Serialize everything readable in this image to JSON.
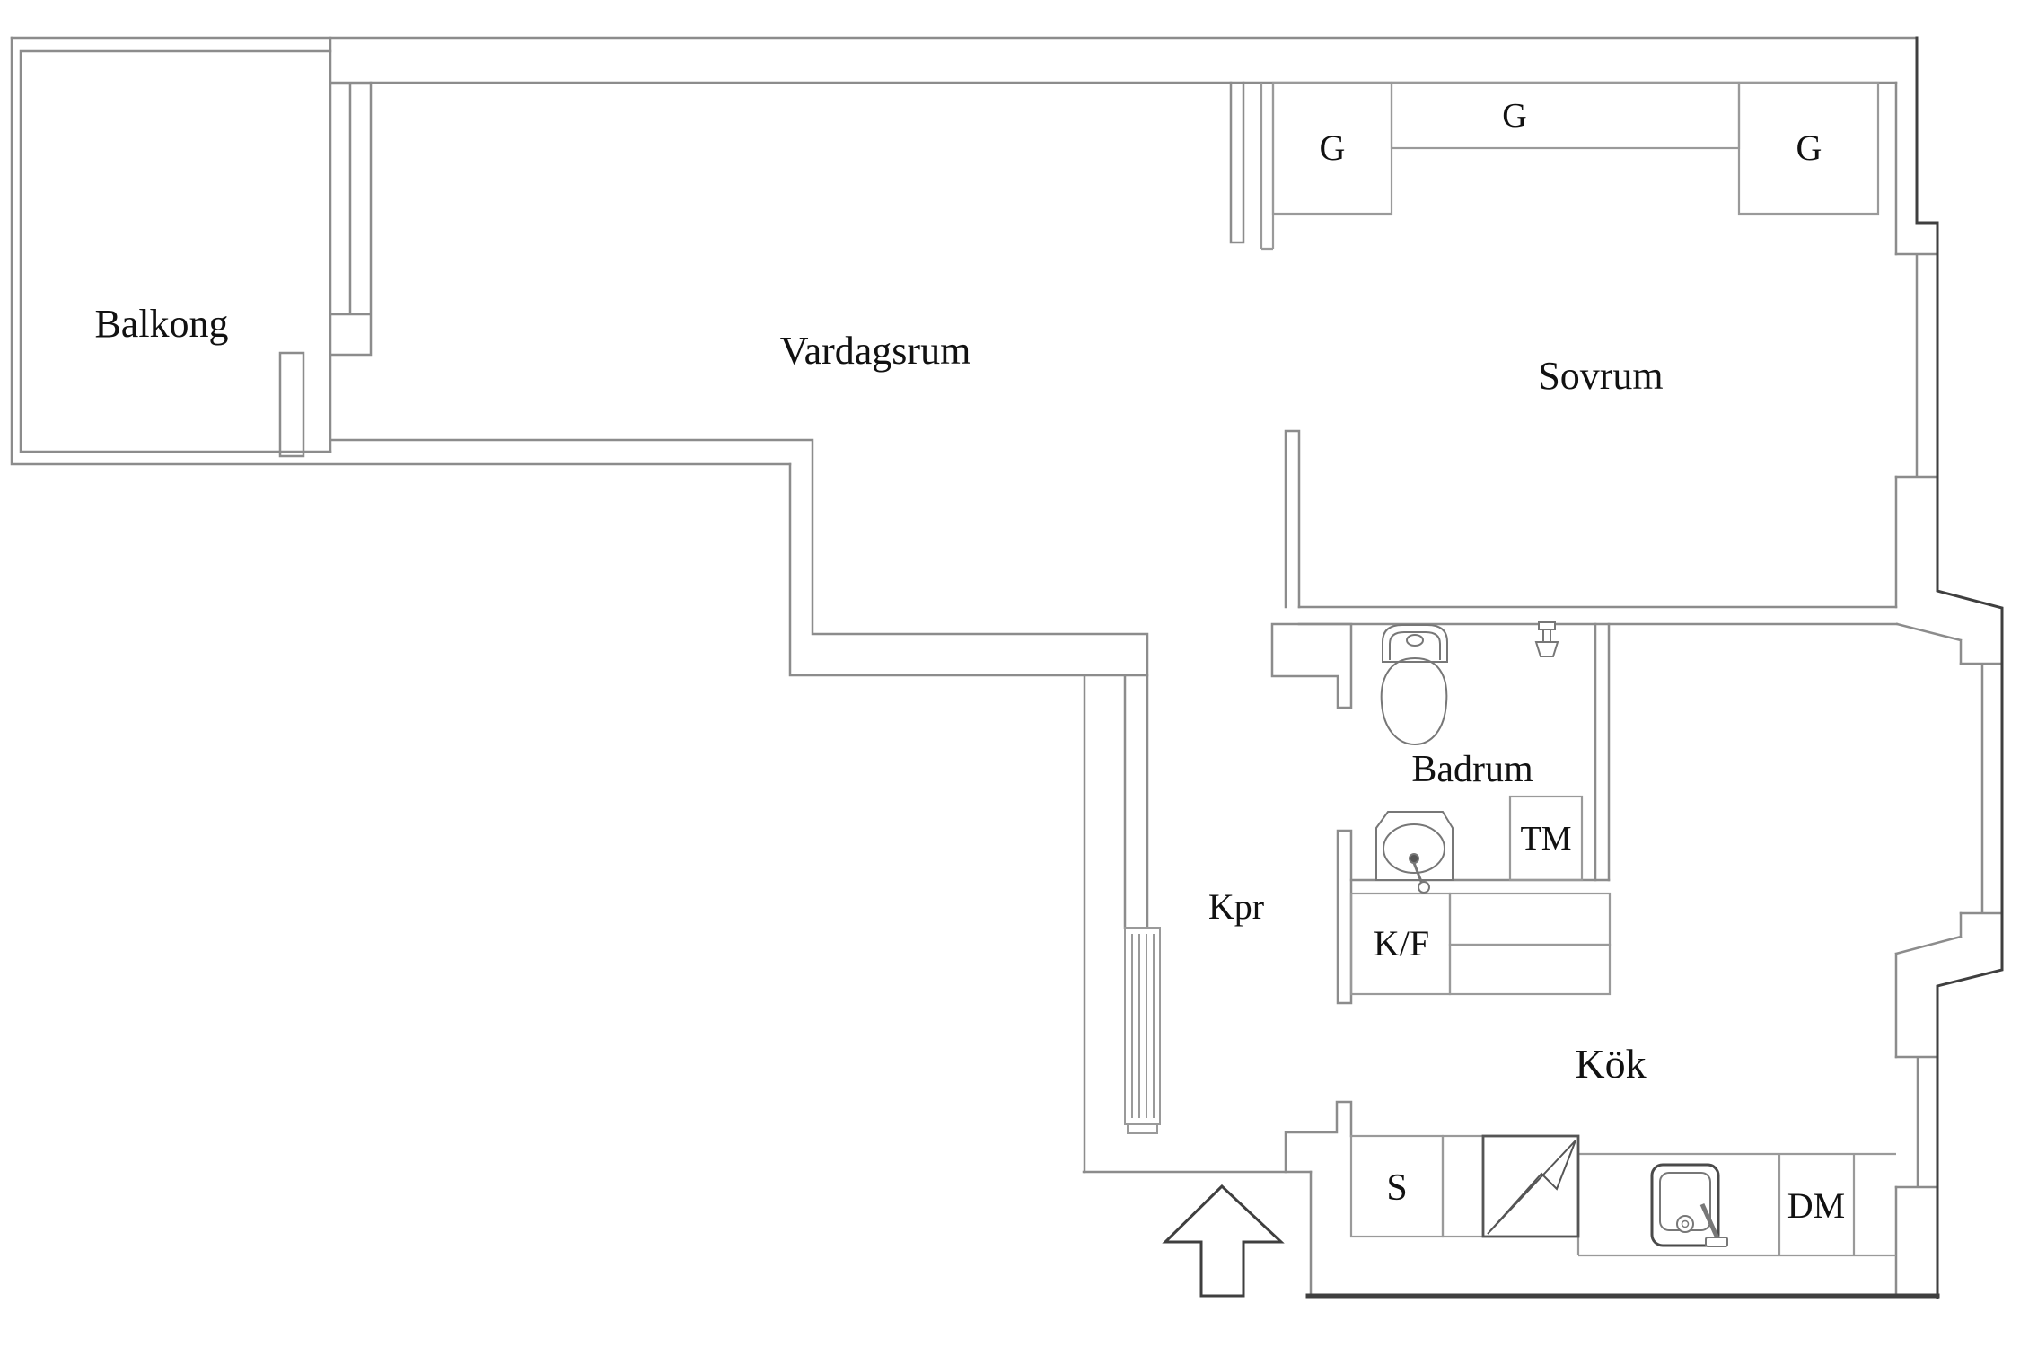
{
  "rooms": {
    "balkong": "Balkong",
    "vardagsrum": "Vardagsrum",
    "sovrum": "Sovrum",
    "badrum": "Badrum",
    "kpr": "Kpr",
    "kok": "Kök"
  },
  "closets": {
    "g1": "G",
    "g2": "G",
    "g3": "G"
  },
  "appliances": {
    "tm": "TM",
    "kf": "K/F",
    "s": "S",
    "dm": "DM"
  },
  "colors": {
    "wall": "#8c8c8c",
    "wall-dark": "#3f3f3f",
    "fixture": "#9a9a9a",
    "text": "#111111",
    "bg": "#ffffff"
  }
}
